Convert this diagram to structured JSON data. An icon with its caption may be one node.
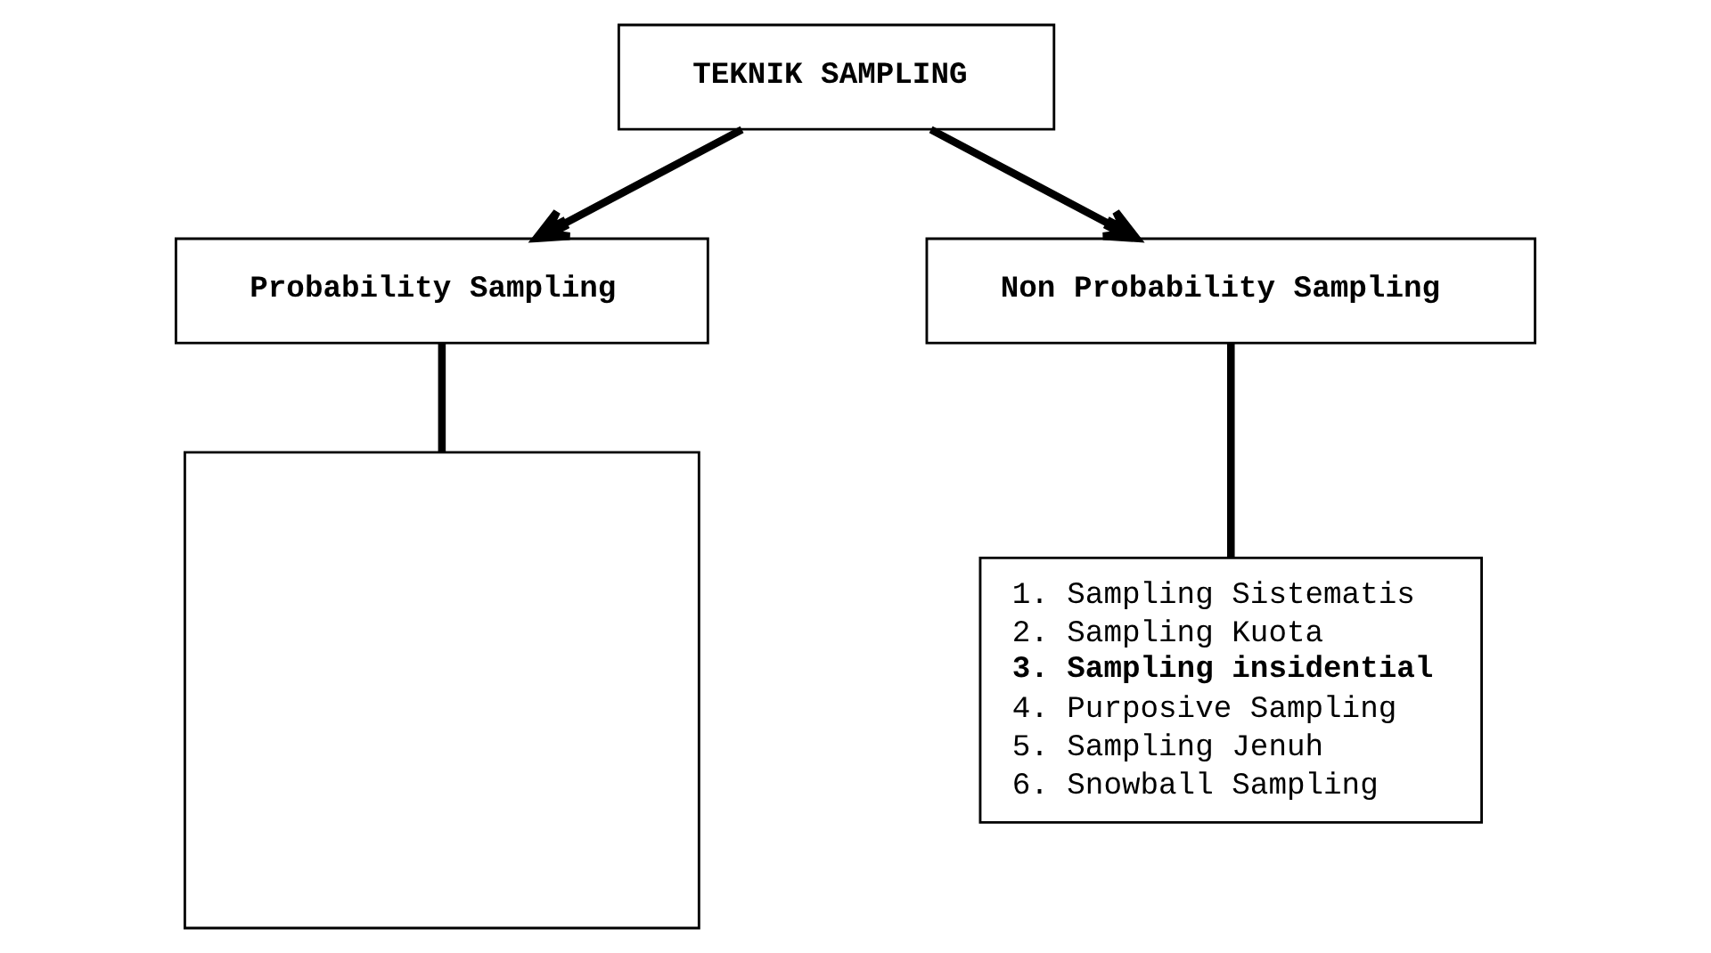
{
  "diagram": {
    "nodes": [
      {
        "text": [
          "TEKNIK SAMPLING"
        ]
      },
      {
        "text": [
          "Probability Sampling"
        ]
      },
      {
        "text": [
          "Non Probability Sampling"
        ]
      },
      {
        "text": [],
        "shape": "box"
      },
      {
        "text": [
          "1. Sampling Sistematis",
          "2. Sampling Kuota",
          "**3. Sampling insidential**",
          "4. Purposive Sampling",
          "5. Sampling Jenuh",
          "6. Snowball Sampling"
        ]
      }
    ],
    "edges": [
      {
        "from": 0,
        "to": 1,
        "arrow": "to"
      },
      {
        "from": 0,
        "to": 2,
        "arrow": "to"
      },
      {
        "from": 1,
        "to": 3,
        "arrow": "none"
      },
      {
        "from": 2,
        "to": 4,
        "arrow": "none"
      }
    ]
  }
}
